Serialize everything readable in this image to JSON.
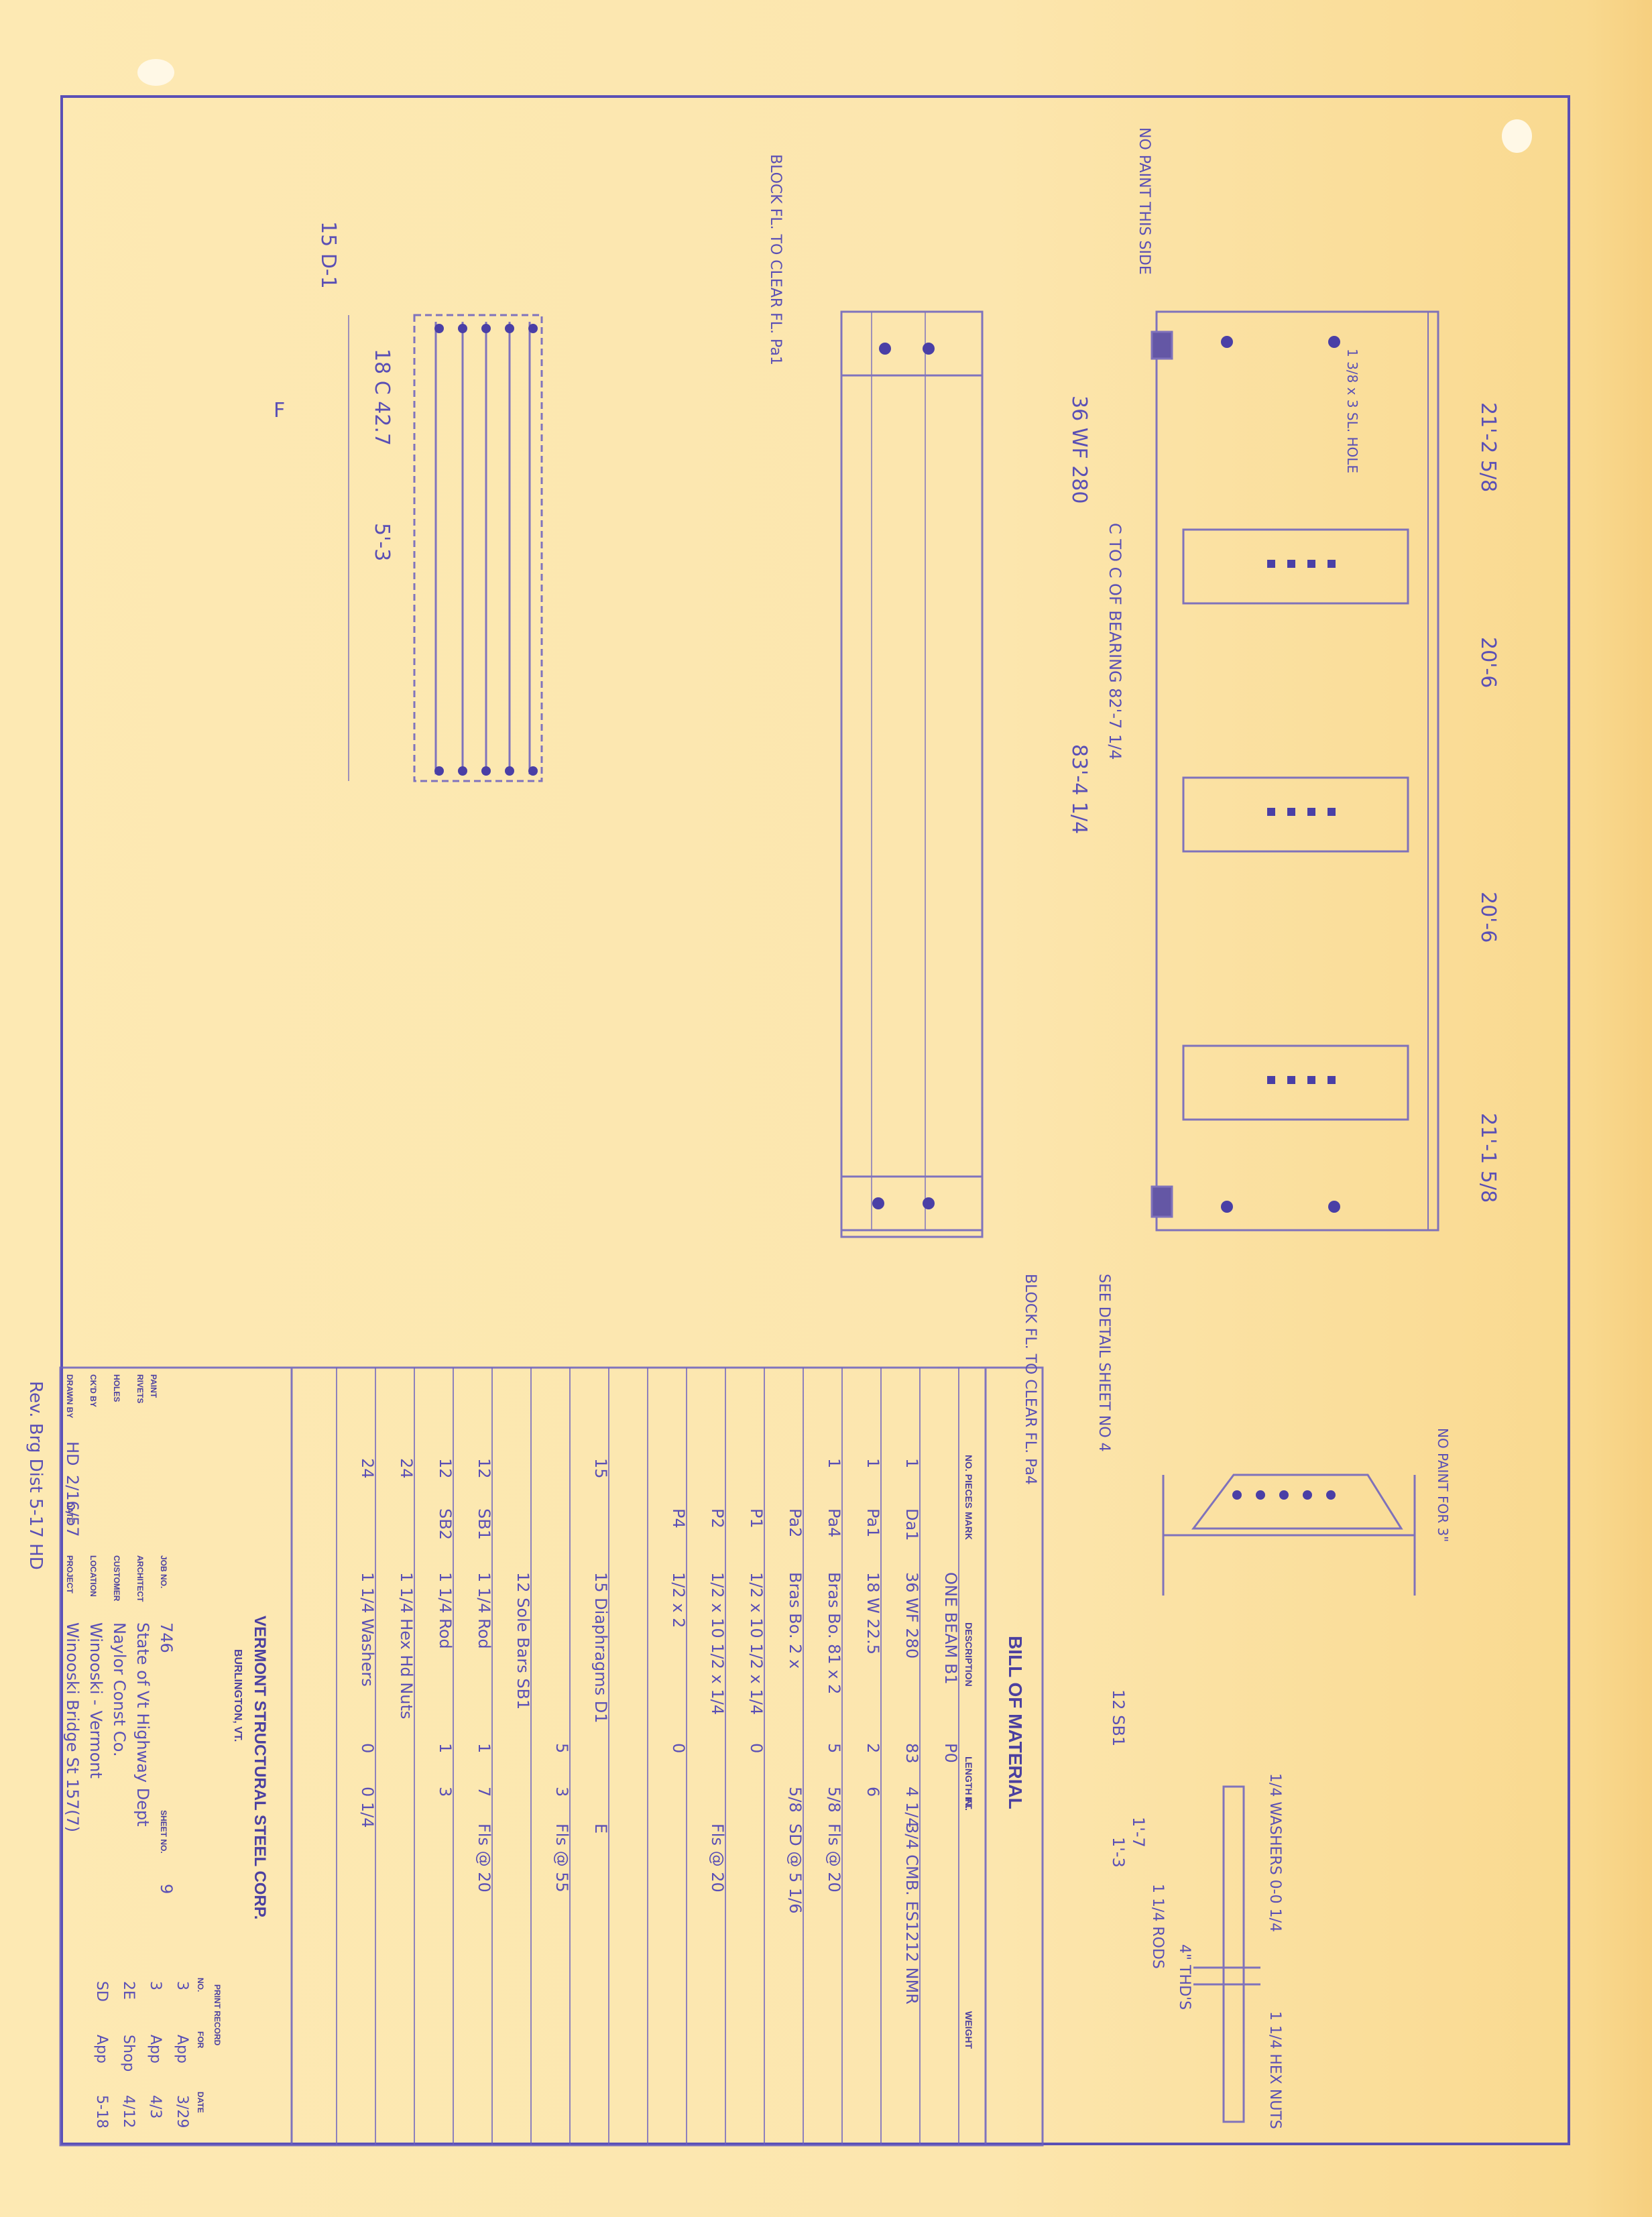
{
  "title_block": {
    "company": "VERMONT STRUCTURAL STEEL CORP.",
    "city": "BURLINGTON, VT.",
    "labels": {
      "drawn_by": "DRAWN BY",
      "date": "DATE",
      "chkd_by": "CK'D BY",
      "holes": "HOLES",
      "rivets": "RIVETS",
      "paint": "PAINT",
      "project": "PROJECT",
      "location": "LOCATION",
      "customer": "CUSTOMER",
      "architect": "ARCHITECT",
      "job_no": "JOB NO.",
      "sheet_no": "SHEET NO."
    },
    "drawn_by": "HD",
    "drawn_date": "2/16/57",
    "project": "Winooski Bridge St 157(7)",
    "location": "Winooski - Vermont",
    "customer": "Naylor Const Co.",
    "architect": "State of Vt Highway Dept",
    "job_no": "746",
    "sheet_no": "9"
  },
  "print_record": {
    "header": "PRINT RECORD",
    "columns": [
      "NO.",
      "FOR",
      "DATE"
    ],
    "rows": [
      {
        "no": "3",
        "for": "App",
        "date": "3/29"
      },
      {
        "no": "3",
        "for": "App",
        "date": "4/3"
      },
      {
        "no": "2E",
        "for": "Shop",
        "date": "4/12"
      },
      {
        "no": "SD",
        "for": "App",
        "date": "5-18"
      }
    ]
  },
  "bill_of_material": {
    "title": "BILL OF MATERIAL",
    "columns": [
      "NO. PIECES",
      "MARK",
      "DESCRIPTION",
      "LENGTH FT.",
      "IN.",
      "WEIGHT"
    ],
    "rows": [
      {
        "pieces": "",
        "mark": "",
        "desc": "ONE BEAM B1",
        "ft": "P0",
        "in": "",
        "note": ""
      },
      {
        "pieces": "1",
        "mark": "Da1",
        "desc": "36 WF 280",
        "ft": "83",
        "in": "4 1/4",
        "note": "3/4 CMB. ES1212 NMR"
      },
      {
        "pieces": "1",
        "mark": "Pa1",
        "desc": "18 W 22.5",
        "ft": "2",
        "in": "6",
        "note": ""
      },
      {
        "pieces": "1",
        "mark": "Pa4",
        "desc": "Bras Bo. 81 x 2",
        "ft": "5",
        "in": "5/8",
        "note": "Fls @ 20"
      },
      {
        "pieces": "",
        "mark": "Pa2",
        "desc": "Bras Bo. 2 x",
        "ft": "",
        "in": "5/8",
        "note": "SD @ 5 1/6"
      },
      {
        "pieces": "",
        "mark": "P1",
        "desc": "1/2 x 10 1/2 x 1/4",
        "ft": "0",
        "in": "",
        "note": ""
      },
      {
        "pieces": "",
        "mark": "P2",
        "desc": "1/2 x 10 1/2 x 1/4",
        "ft": "",
        "in": "",
        "note": "Fls @ 20"
      },
      {
        "pieces": "",
        "mark": "P4",
        "desc": "1/2 x 2",
        "ft": "0",
        "in": "",
        "note": ""
      },
      {
        "pieces": "",
        "mark": "",
        "desc": "",
        "ft": "",
        "in": "",
        "note": ""
      },
      {
        "pieces": "15",
        "mark": "",
        "desc": "15 Diaphragms D1",
        "ft": "",
        "in": "",
        "note": "E"
      },
      {
        "pieces": "",
        "mark": "",
        "desc": "",
        "ft": "5",
        "in": "3",
        "note": "Fls @ 55"
      },
      {
        "pieces": "",
        "mark": "",
        "desc": "12 Sole Bars SB1",
        "ft": "",
        "in": "",
        "note": ""
      },
      {
        "pieces": "12",
        "mark": "SB1",
        "desc": "1 1/4 Rod",
        "ft": "1",
        "in": "7",
        "note": "Fls @ 20"
      },
      {
        "pieces": "12",
        "mark": "SB2",
        "desc": "1 1/4 Rod",
        "ft": "1",
        "in": "3",
        "note": ""
      },
      {
        "pieces": "24",
        "mark": "",
        "desc": "1 1/4 Hex Hd Nuts",
        "ft": "",
        "in": "",
        "note": ""
      },
      {
        "pieces": "24",
        "mark": "",
        "desc": "1 1/4 Washers",
        "ft": "0",
        "in": "0 1/4",
        "note": ""
      }
    ]
  },
  "notes": {
    "revision": "Rev. Brg Dist 5-17 HD",
    "no_paint": "NO PAINT THIS SIDE",
    "block_flange": "BLOCK FL. TO CLEAR FL. Pa1",
    "block_flange_2": "BLOCK FL. TO CLEAR FL. Pa4",
    "see_detail": "SEE DETAIL SHEET NO 4",
    "beam": "36 WF 280",
    "bearing_span": "C TO C OF BEARING 82'-7 1/4",
    "length": "83'-4 1/4",
    "diaphragm": "15 D-1",
    "diaphragm_section": "18 C 42.7",
    "diaphragm_len": "5'-3",
    "slot_note": "1 3/8 x 3 SL. HOLE",
    "washers": "1/4 WASHERS 0-0 1/4",
    "hex_nuts": "1 1/4 HEX NUTS",
    "threads": "4\" THD'S",
    "rods": "1 1/4 RODS",
    "sole_bar": "12 SB1",
    "sole_bar_len": "1'-7",
    "sole_bar_len_2": "1'-3",
    "no_paint_2": "NO PAINT FOR 3\"",
    "f_mark": "F",
    "span_1": "21'-2 5/8",
    "span_2": "20'-6",
    "span_3": "20'-6",
    "span_4": "21'-1 5/8"
  }
}
